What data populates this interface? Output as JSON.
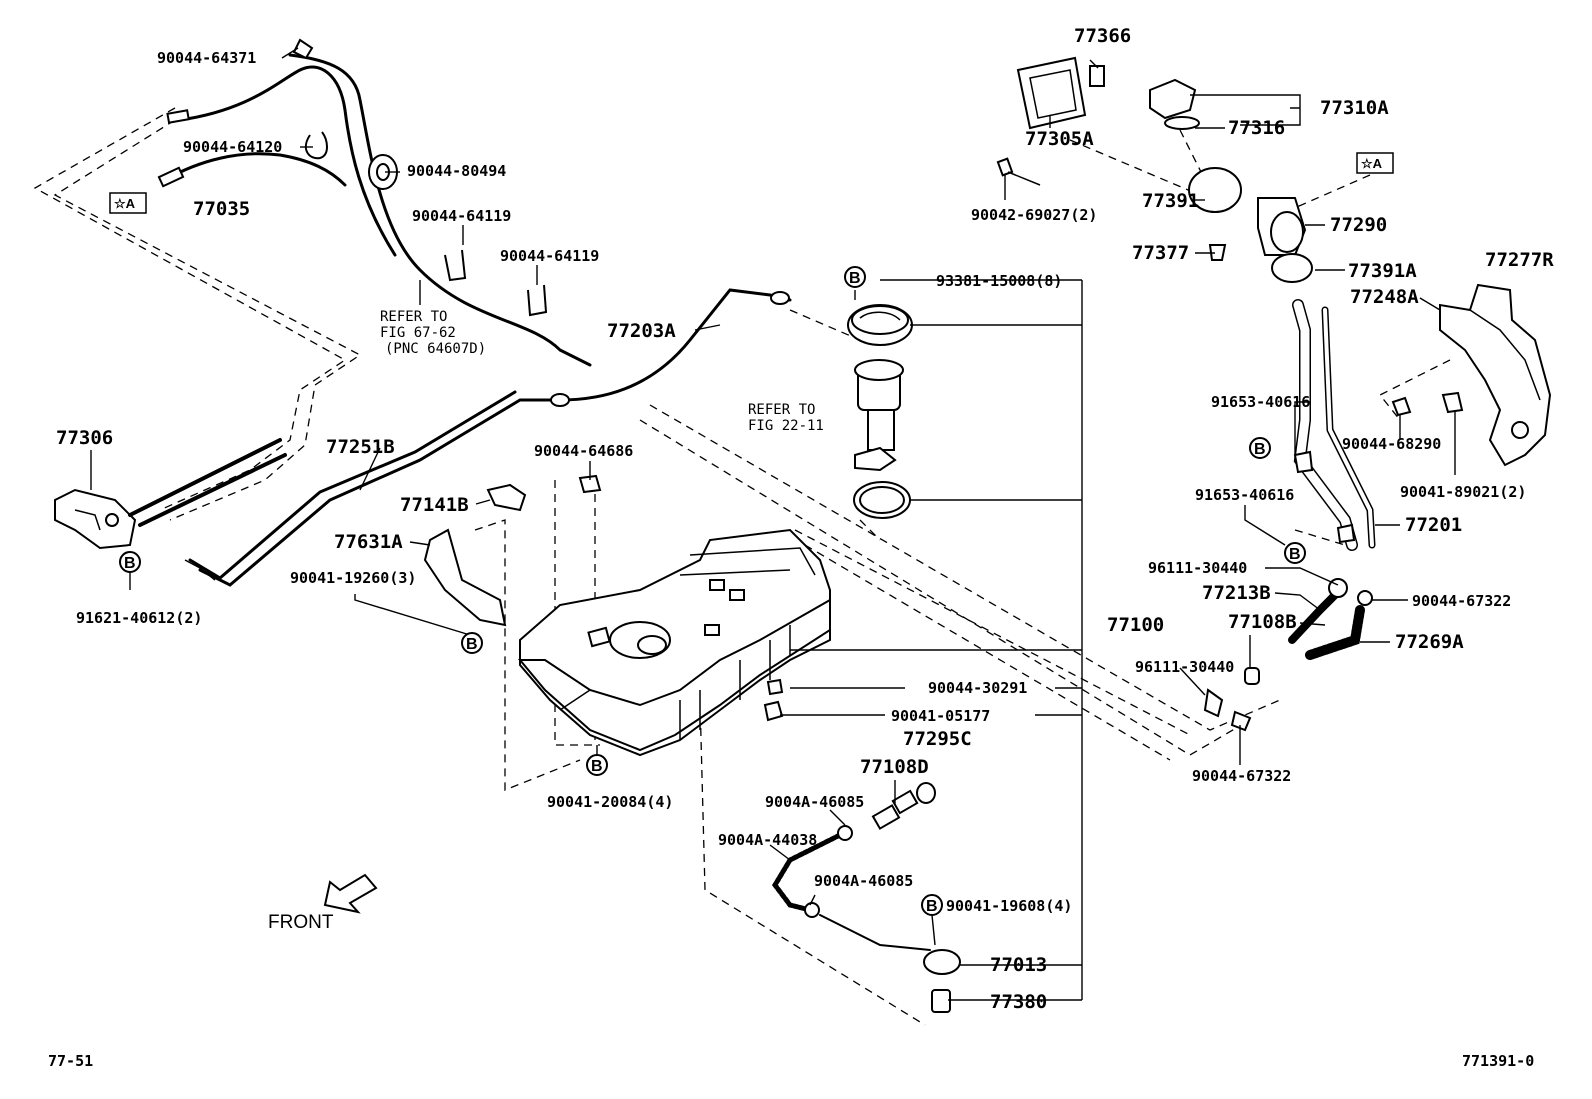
{
  "labels": {
    "p90044_64371": "90044-64371",
    "p90044_64120": "90044-64120",
    "p77035": "77035",
    "tagA_left": "☆A",
    "p90044_80494": "90044-80494",
    "p90044_64119a": "90044-64119",
    "p90044_64119b": "90044-64119",
    "refer_67_1": "REFER TO",
    "refer_67_2": "FIG 67-62",
    "refer_67_3": "(PNC 64607D)",
    "p77203A": "77203A",
    "p93381_15008": "93381-15008(8)",
    "refer_22_1": "REFER TO",
    "refer_22_2": "FIG 22-11",
    "p77306": "77306",
    "p77251B": "77251B",
    "p90044_64686": "90044-64686",
    "p77141B": "77141B",
    "p77631A": "77631A",
    "p90041_19260": "90041-19260(3)",
    "p91621_40612": "91621-40612(2)",
    "p77100": "77100",
    "p90044_30291": "90044-30291",
    "p90041_05177": "90041-05177",
    "p77295C": "77295C",
    "p90041_20084": "90041-20084(4)",
    "p77108D": "77108D",
    "p9004A_46085a": "9004A-46085",
    "p9004A_44038": "9004A-44038",
    "p9004A_46085b": "9004A-46085",
    "p90041_19608": "90041-19608(4)",
    "p77013": "77013",
    "p77380": "77380",
    "front": "FRONT",
    "p77366": "77366",
    "p77305A": "77305A",
    "p77310A": "77310A",
    "p77316": "77316",
    "tagA_right": "☆A",
    "p90042_69027": "90042-69027(2)",
    "p77391": "77391",
    "p77290": "77290",
    "p77377": "77377",
    "p77391A": "77391A",
    "p77277R": "77277R",
    "p77248A": "77248A",
    "p91653_40616a": "91653-40616",
    "p90044_68290": "90044-68290",
    "p90041_89021": "90041-89021(2)",
    "p91653_40616b": "91653-40616",
    "p77201": "77201",
    "p96111_30440a": "96111-30440",
    "p77213B": "77213B",
    "p90044_67322a": "90044-67322",
    "p77108B": "77108B",
    "p77269A": "77269A",
    "p96111_30440b": "96111-30440",
    "p90044_67322b": "90044-67322",
    "page_left": "77-51",
    "page_right": "771391-0",
    "circle_b": "B"
  },
  "icons": [
    "fuel-tank-icon",
    "fuel-pump-icon",
    "fuel-cap-icon",
    "filler-pipe-icon",
    "hose-clamp-icon",
    "front-arrow-icon"
  ]
}
